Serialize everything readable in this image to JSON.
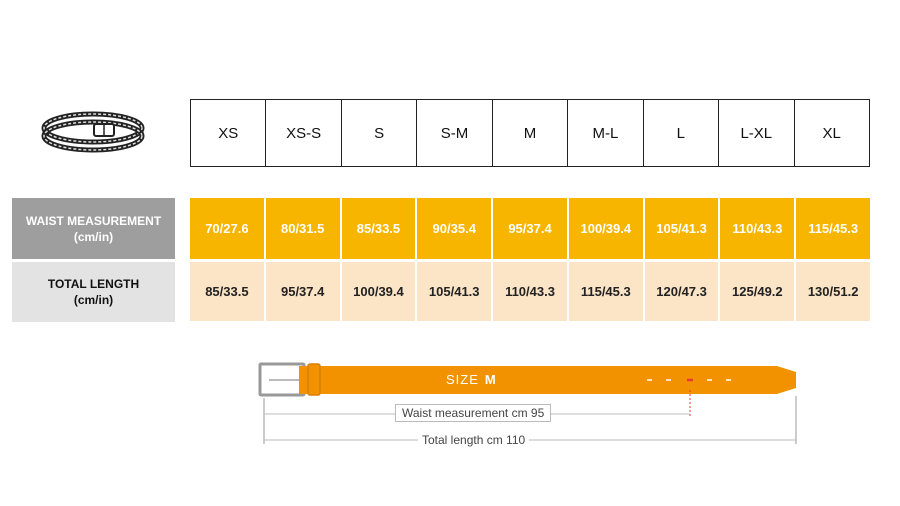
{
  "sizes": [
    "XS",
    "XS-S",
    "S",
    "S-M",
    "M",
    "M-L",
    "L",
    "L-XL",
    "XL"
  ],
  "waist": {
    "label_line1": "WAIST MEASUREMENT",
    "label_line2": "(cm/in)",
    "values": [
      "70/27.6",
      "80/31.5",
      "85/33.5",
      "90/35.4",
      "95/37.4",
      "100/39.4",
      "105/41.3",
      "110/43.3",
      "115/45.3"
    ]
  },
  "total": {
    "label_line1": "TOTAL LENGTH",
    "label_line2": "(cm/in)",
    "values": [
      "85/33.5",
      "95/37.4",
      "100/39.4",
      "105/41.3",
      "110/43.3",
      "115/45.3",
      "120/47.3",
      "125/49.2",
      "130/51.2"
    ]
  },
  "diagram": {
    "size_prefix": "SIZE",
    "size_value": "M",
    "waist_label": "Waist measurement cm 95",
    "total_label": "Total length cm 110",
    "belt_color": "#f39200",
    "marker_color": "#e53935"
  },
  "colors": {
    "waist_fill": "#f7b500",
    "total_fill": "#fce4c6",
    "waist_label_fill": "#9e9e9e",
    "total_label_fill": "#e3e3e3"
  }
}
